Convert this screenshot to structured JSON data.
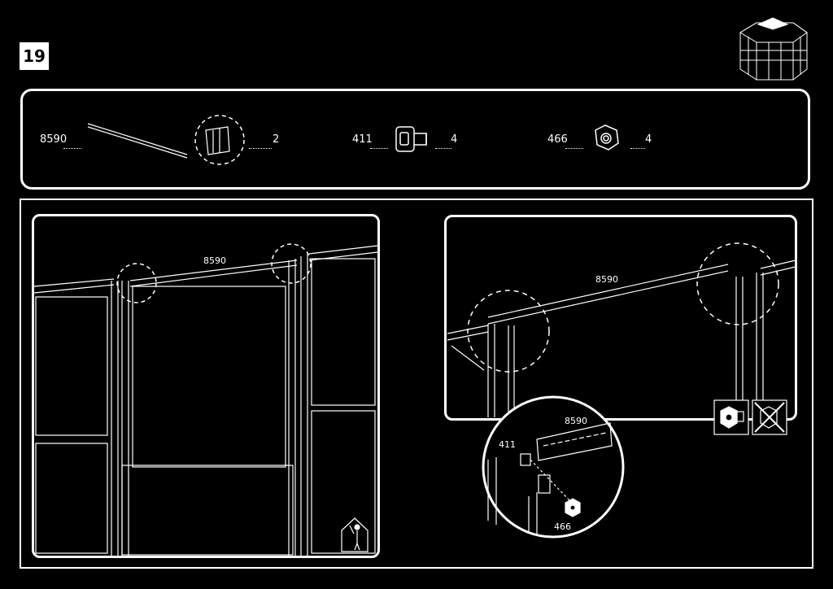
{
  "step": {
    "number": "19"
  },
  "parts": [
    {
      "code": "8590",
      "qty": "2",
      "icon": "long-profile-icon"
    },
    {
      "code": "411",
      "qty": "4",
      "icon": "bolt-icon"
    },
    {
      "code": "466",
      "qty": "4",
      "icon": "nut-icon"
    }
  ],
  "left_detail": {
    "part_label": "8590"
  },
  "right_detail": {
    "part_label": "8590"
  },
  "zoom_detail": {
    "profile_label": "8590",
    "bolt_label": "411",
    "nut_label": "466"
  },
  "icons": {
    "overview": "greenhouse-overview-icon",
    "person": "person-icon",
    "correct": "correct-orientation-icon",
    "wrong": "wrong-orientation-icon"
  }
}
